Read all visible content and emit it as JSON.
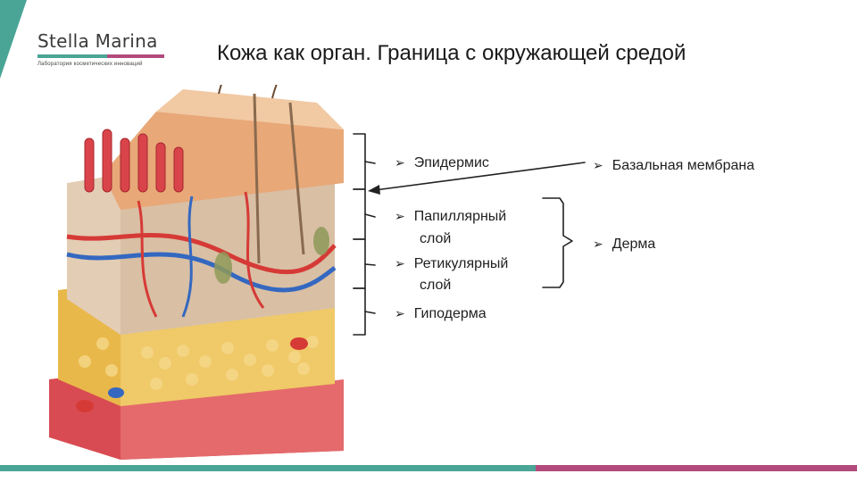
{
  "slide": {
    "title": "Кожа как орган. Граница с окружающей средой",
    "logo": {
      "name": "Stella Marina",
      "tagline": "Лаборатория косметических инноваций"
    },
    "bullet_marker": "➢",
    "layers": [
      {
        "label": "Эпидермис"
      },
      {
        "label": "Папиллярный"
      },
      {
        "label": "слой"
      },
      {
        "label": "Ретикулярный"
      },
      {
        "label": "слой"
      },
      {
        "label": "Гиподерма"
      }
    ],
    "groups": {
      "basal_membrane": "Базальная мембрана",
      "derma": "Дерма"
    }
  },
  "colors": {
    "teal": "#4aa596",
    "magenta": "#b24a7e",
    "epidermis": "#e8a878",
    "dermis": "#e3cdb4",
    "fat": "#e9b84a",
    "muscle": "#d94b52",
    "artery": "#d63a36",
    "vein": "#3468c0"
  }
}
